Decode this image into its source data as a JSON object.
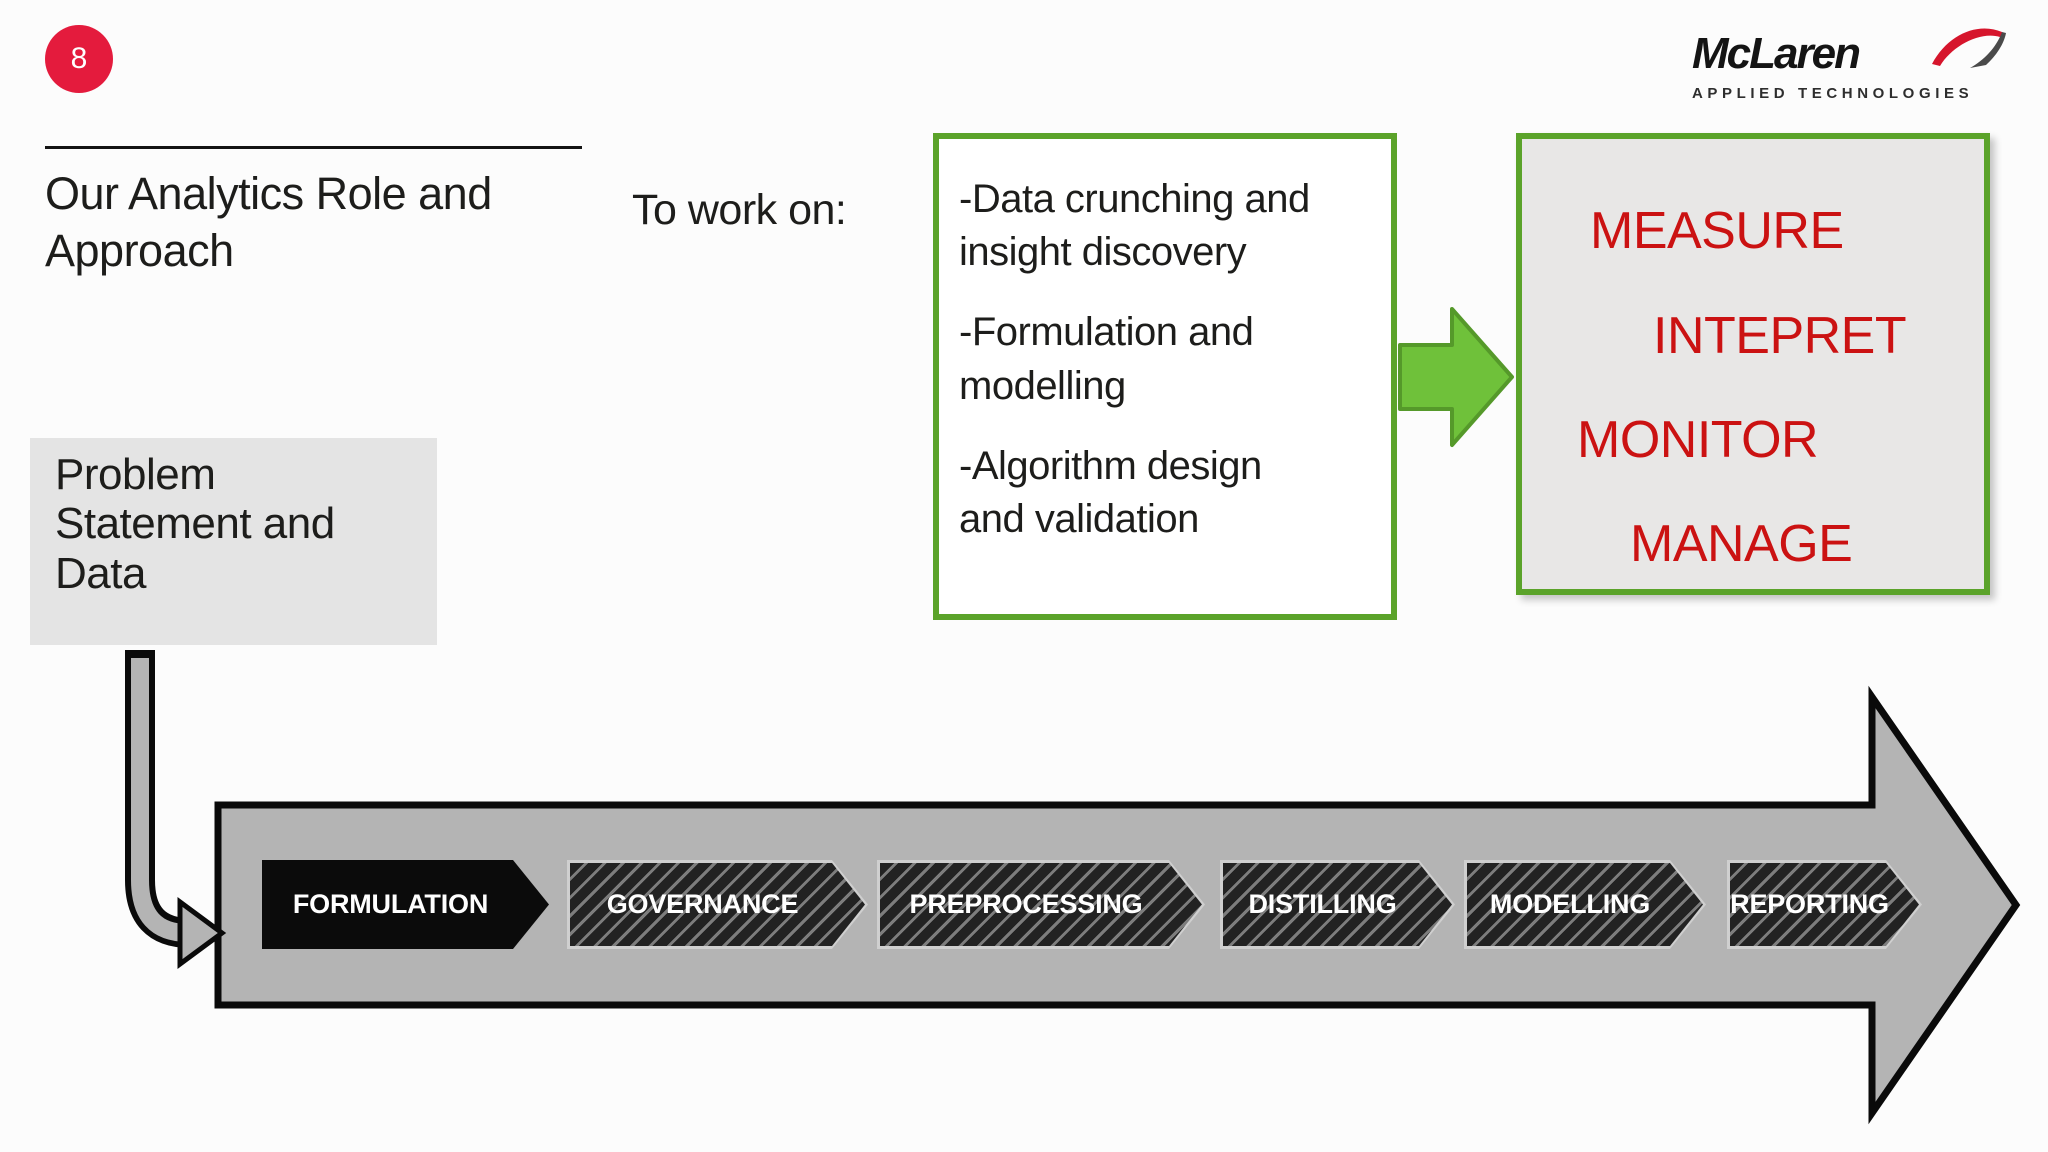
{
  "slide": {
    "page_number": "8",
    "title": "Our Analytics Role and\nApproach",
    "logo": {
      "brand": "McLaren",
      "subtitle": "APPLIED TECHNOLOGIES"
    },
    "lead_in": "To work on:",
    "work_box": {
      "items": [
        "-Data crunching and\ninsight discovery",
        "-Formulation and\nmodelling",
        "-Algorithm design\nand validation"
      ]
    },
    "outcome_box": {
      "items": [
        "MEASURE",
        "INTEPRET",
        "MONITOR",
        "MANAGE"
      ]
    },
    "problem_box": {
      "label": "Problem\nStatement and\nData"
    },
    "pipeline": {
      "stages": [
        "FORMULATION",
        "GOVERNANCE",
        "PREPROCESSING",
        "DISTILLING",
        "MODELLING",
        "REPORTING"
      ]
    },
    "colors": {
      "badge_red": "#e41b3d",
      "outcome_text_red": "#cb1212",
      "box_border_green": "#5ba32a",
      "flow_arrow_green": "#6fc13a",
      "pipeline_gray": "#b4b4b4",
      "stripe_dark": "#222222",
      "stripe_light": "#7d7d7d"
    }
  }
}
